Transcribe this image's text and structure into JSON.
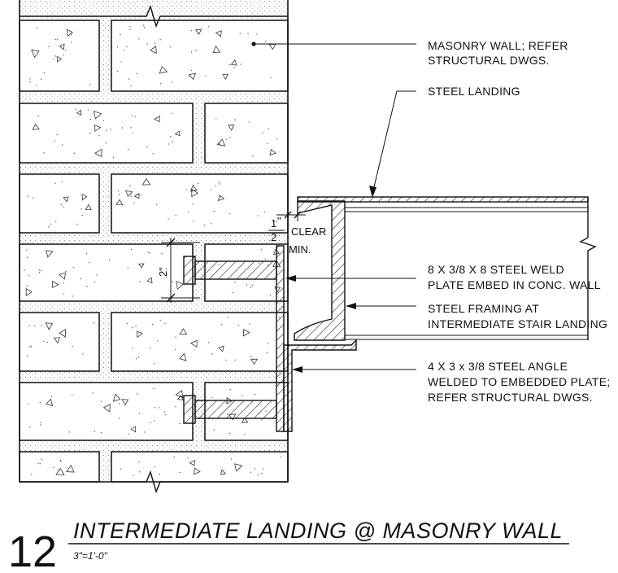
{
  "notes": {
    "masonry": [
      "MASONRY WALL; REFER",
      "STRUCTURAL DWGS."
    ],
    "steel_landing": [
      "STEEL LANDING"
    ],
    "weld_plate": [
      "8 X 3/8 X 8 STEEL WELD",
      "PLATE EMBED IN CONC. WALL"
    ],
    "framing": [
      "STEEL FRAMING AT",
      "INTERMEDIATE STAIR LANDING"
    ],
    "angle": [
      "4 X 3 x 3/8 STEEL ANGLE",
      "WELDED TO EMBEDDED PLATE;",
      "REFER STRUCTURAL DWGS."
    ]
  },
  "dimensions": {
    "clear_num": "1",
    "clear_den": "2",
    "clear_inch": "\"",
    "clear_label": "CLEAR",
    "clear_min": "MIN.",
    "embed": "2\""
  },
  "title_block": {
    "number": "12",
    "title": "INTERMEDIATE LANDING @ MASONRY WALL",
    "scale": "3\"=1'-0\""
  }
}
